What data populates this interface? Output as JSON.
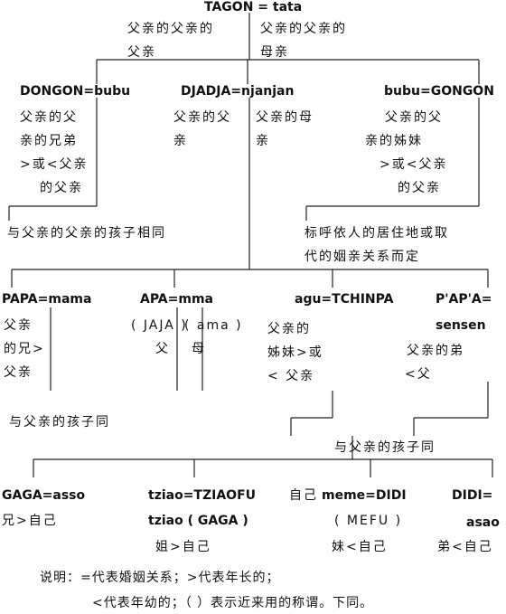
{
  "root": {
    "term": "TAGON = tata",
    "left_desc": [
      "父亲的父亲的",
      "父亲"
    ],
    "right_desc": [
      "父亲的父亲的",
      "母亲"
    ]
  },
  "gen2": {
    "left": {
      "term": "DONGON=bubu",
      "desc": [
        "父亲的父",
        "亲的兄弟",
        ">或<父亲",
        "的父亲"
      ]
    },
    "center": {
      "term": "DJADJA=njanjan",
      "left_desc": [
        "父亲的父",
        "亲"
      ],
      "right_desc": [
        "父亲的母",
        "亲"
      ]
    },
    "right": {
      "term": "bubu=GONGON",
      "desc": [
        "父亲的父",
        "亲的姊妹",
        ">或<父亲",
        "的父亲"
      ]
    },
    "left_note": "与父亲的父亲的孩子相同",
    "right_note": [
      "标呼依人的居住地或取",
      "代的姻亲关系而定"
    ]
  },
  "gen3": {
    "papa": {
      "term": "PAPA=mama",
      "desc": [
        "父亲",
        "的兄>",
        "父亲"
      ]
    },
    "apa": {
      "term": "APA=mma",
      "left_paren": "( JAJA )",
      "left_desc": "父",
      "right_paren": "( ama )",
      "right_desc": "母"
    },
    "agu": {
      "term": "agu=TCHINPA",
      "desc": [
        "父亲的",
        "姊妹>或",
        "< 父亲"
      ]
    },
    "papa2": {
      "term": [
        "P'AP'A=",
        "sensen"
      ],
      "desc": [
        "父亲的弟",
        "<父"
      ]
    },
    "left_note": "与父亲的孩子同",
    "right_note": "与父亲的孩子同"
  },
  "gen4": {
    "gaga": {
      "term": "GAGA=asso",
      "desc": "兄>自己"
    },
    "tziao": {
      "term": "tziao=TZIAOFU",
      "paren": "tziao ( GAGA )",
      "desc": "姐>自己"
    },
    "meme": {
      "prefix": "自己",
      "term": "meme=DIDI",
      "paren": "( MEFU )",
      "desc": "妹<自己"
    },
    "didi": {
      "term": "DIDI=",
      "term2": "asao",
      "desc": "弟<自己"
    }
  },
  "legend": {
    "line1": "说明：=代表婚姻关系；>代表年长的；",
    "line2": "<代表年幼的；（    ）表示近来用的称谓。下同。"
  }
}
